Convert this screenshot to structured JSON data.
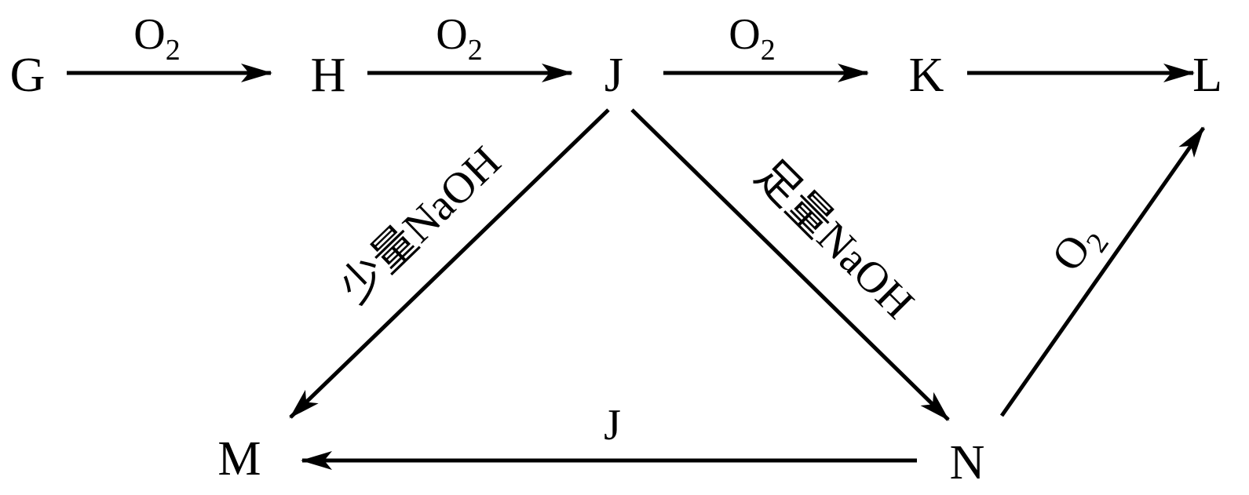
{
  "title": "Reaction scheme G-H-J-K-L-M-N",
  "nodes": {
    "G": "G",
    "H": "H",
    "J": "J",
    "K": "K",
    "L": "L",
    "M": "M",
    "N": "N"
  },
  "edges": {
    "g_h": {
      "from": "G",
      "to": "H",
      "main": "O",
      "sub": "2"
    },
    "h_j": {
      "from": "H",
      "to": "J",
      "main": "O",
      "sub": "2"
    },
    "j_k": {
      "from": "J",
      "to": "K",
      "main": "O",
      "sub": "2"
    },
    "k_l": {
      "from": "K",
      "to": "L",
      "main": ""
    },
    "j_m": {
      "from": "J",
      "to": "M",
      "main": "少量NaOH"
    },
    "j_n": {
      "from": "J",
      "to": "N",
      "main": "足量NaOH"
    },
    "n_l": {
      "from": "N",
      "to": "L",
      "main": "O",
      "sub": "2"
    },
    "n_m": {
      "from": "N",
      "to": "M",
      "main": "J"
    }
  },
  "colors": {
    "ink": "#000000",
    "background": "#ffffff"
  }
}
